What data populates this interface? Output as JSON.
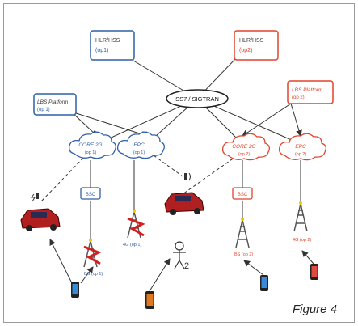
{
  "nodes": {
    "hlr_left": {
      "title": "HLR/HSS",
      "sub": "(op1)"
    },
    "hlr_right": {
      "title": "HLR/HSS",
      "sub": "(op2)"
    },
    "signalling": {
      "label": "SS7 / SIGTRAN"
    },
    "lbs_left": {
      "title": "LBS Platform",
      "sub": "(op 1)"
    },
    "lbs_right": {
      "title": "LBS Platform",
      "sub": "(op 2)"
    },
    "core_left": {
      "title": "CORE 2G",
      "sub": "(op 1)"
    },
    "epc_left": {
      "title": "EPC",
      "sub": "(op 1)"
    },
    "core_right": {
      "title": "CORE 2G",
      "sub": "(op 2)"
    },
    "epc_right": {
      "title": "EPC",
      "sub": "(op 2)"
    },
    "bsc_left": {
      "label": "BSC"
    },
    "bsc_right": {
      "label": "BSC"
    },
    "bts_left": {
      "label": "BS (op 1)"
    },
    "enb_left": {
      "label": "4G (op 1)"
    },
    "bts_right": {
      "label": "BS (op 2)"
    },
    "enb_right": {
      "label": "4G (op 2)"
    }
  },
  "caption": "Figure 4",
  "colors": {
    "op1": "#2f5fa8",
    "op2": "#e0442a",
    "line": "#333333",
    "car": "#b02020"
  }
}
